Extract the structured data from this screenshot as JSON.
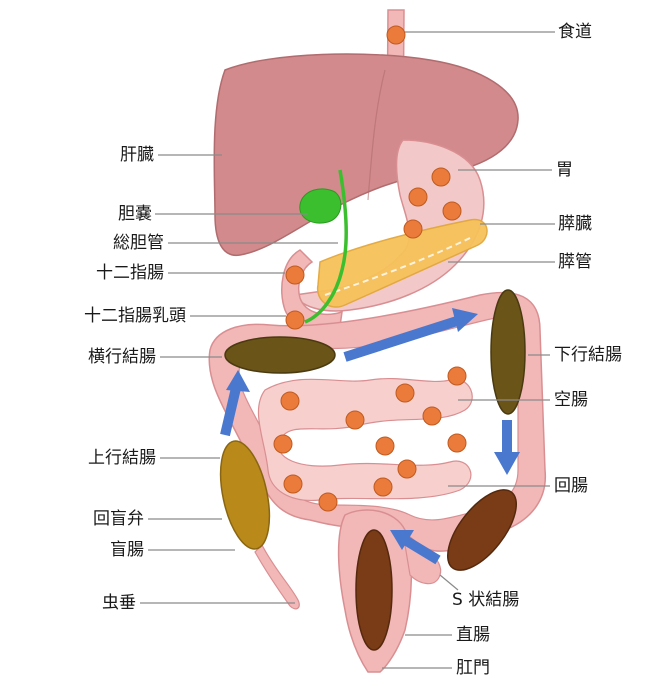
{
  "labels_left": {
    "liver": "肝臓",
    "gallbladder": "胆嚢",
    "common_bile_duct": "総胆管",
    "duodenum": "十二指腸",
    "duodenal_papilla": "十二指腸乳頭",
    "transverse_colon": "横行結腸",
    "ascending_colon": "上行結腸",
    "ileocecal_valve": "回盲弁",
    "cecum": "盲腸",
    "appendix": "虫垂"
  },
  "labels_right": {
    "esophagus": "食道",
    "stomach": "胃",
    "pancreas": "膵臓",
    "pancreatic_duct": "膵管",
    "descending_colon": "下行結腸",
    "jejunum": "空腸",
    "ileum": "回腸",
    "sigmoid_colon": "S 状結腸",
    "rectum": "直腸",
    "anus": "肛門"
  },
  "colors": {
    "liver": "#d28a8c",
    "gut_pink": "#f2b7b7",
    "gut_pink_dark": "#d98f92",
    "gallbladder": "#3bbf2e",
    "pancreas": "#f6c25a",
    "marker_orange": "#ea7b3a",
    "arrow_blue": "#4a78cf",
    "stool_dark": "#6e3d17",
    "stool_olive": "#6b5418",
    "stool_light": "#b98a1a"
  }
}
